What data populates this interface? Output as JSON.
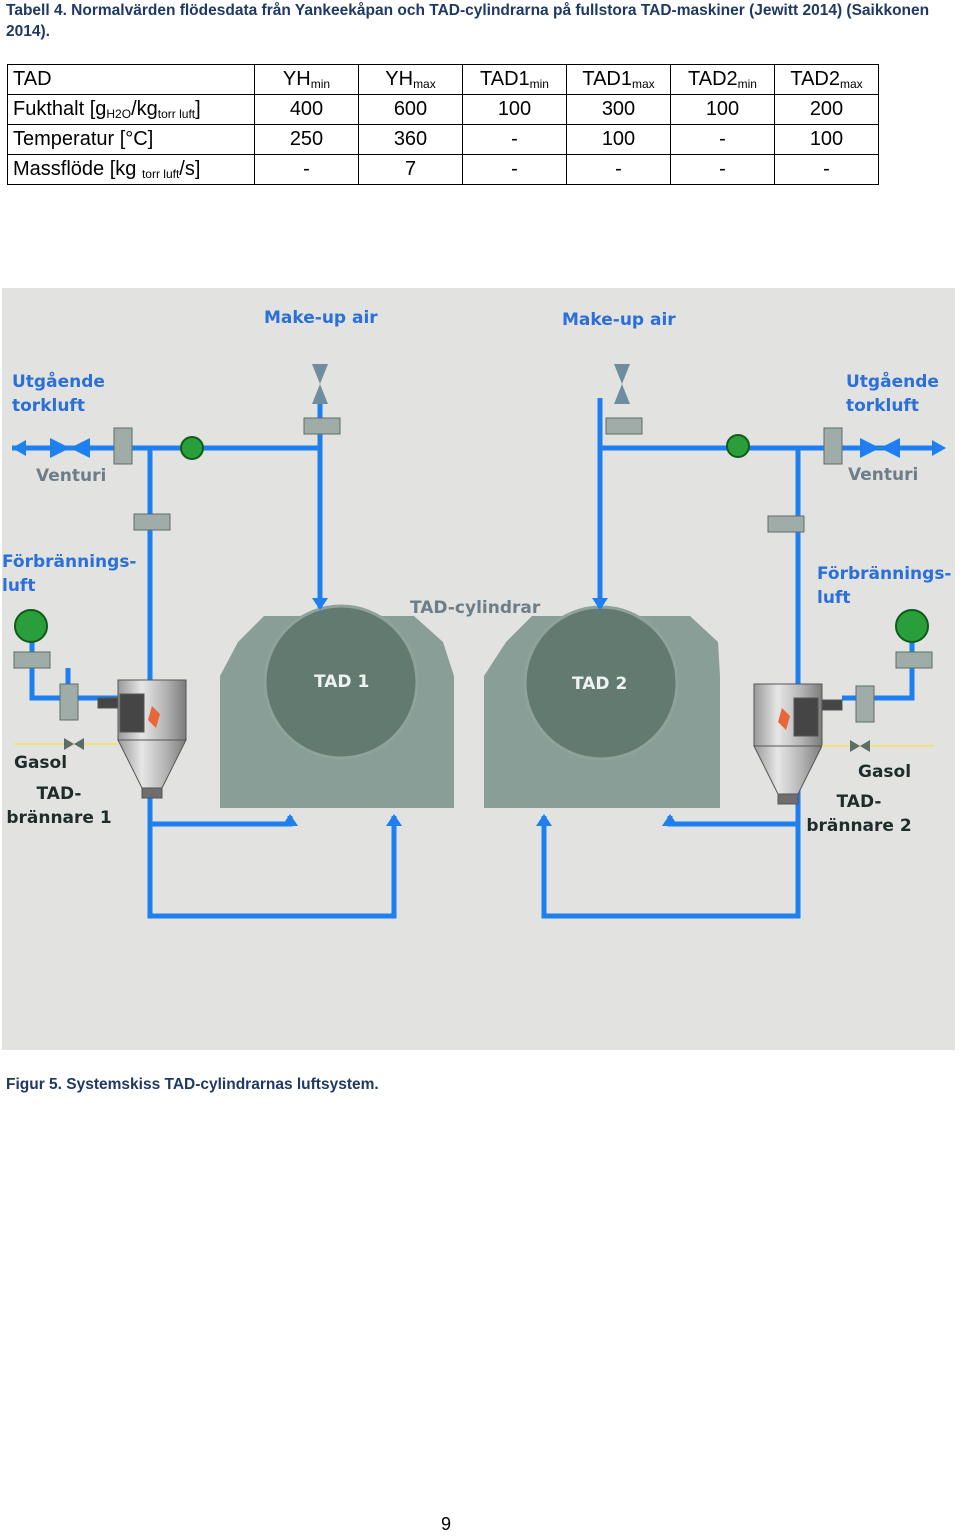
{
  "table_caption": "Tabell 4. Normalvärden flödesdata från Yankeekåpan och TAD-cylindrarna på fullstora TAD-maskiner (Jewitt 2014) (Saikkonen 2014).",
  "table": {
    "header": {
      "c0": "TAD",
      "c1": {
        "main": "YH",
        "sub": "min"
      },
      "c2": {
        "main": "YH",
        "sub": "max"
      },
      "c3": {
        "main": "TAD1",
        "sub": "min"
      },
      "c4": {
        "main": "TAD1",
        "sub": "max"
      },
      "c5": {
        "main": "TAD2",
        "sub": "min"
      },
      "c6": {
        "main": "TAD2",
        "sub": "max"
      }
    },
    "rows": [
      {
        "label_pre": "Fukthalt [g",
        "label_sub1": "H2O",
        "label_mid": "/kg",
        "label_sub2": "torr luft",
        "label_post": "]",
        "values": [
          "400",
          "600",
          "100",
          "300",
          "100",
          "200"
        ]
      },
      {
        "label": "Temperatur [°C]",
        "values": [
          "250",
          "360",
          "-",
          "100",
          "-",
          "100"
        ]
      },
      {
        "label_pre": "Massflöde [kg ",
        "label_sub": "torr luft",
        "label_post": "/s]",
        "values": [
          "-",
          "7",
          "-",
          "-",
          "-",
          "-"
        ]
      }
    ]
  },
  "diagram": {
    "make_up_air_left": "Make-up air",
    "make_up_air_right": "Make-up air",
    "outgoing_left": "Utgående\ntorkluft",
    "outgoing_right": "Utgående\ntorkluft",
    "venturi_left": "Venturi",
    "venturi_right": "Venturi",
    "combustion_left": "Förbrännings-\nluft",
    "combustion_right": "Förbrännings-\nluft",
    "cylinders": "TAD-cylindrar",
    "tad1": "TAD 1",
    "tad2": "TAD 2",
    "gasol_left": "Gasol",
    "gasol_right": "Gasol",
    "burner1": "TAD-\nbrännare 1",
    "burner2": "TAD-\nbrännare 2",
    "colors": {
      "pipe": "#1e7ff0",
      "machine": "#8a9e98",
      "cylinder": "#627a70",
      "gas_line": "#f0e080",
      "fan": "#2a9e3a"
    }
  },
  "figure_caption": "Figur 5. Systemskiss TAD-cylindrarnas luftsystem.",
  "page_number": "9"
}
